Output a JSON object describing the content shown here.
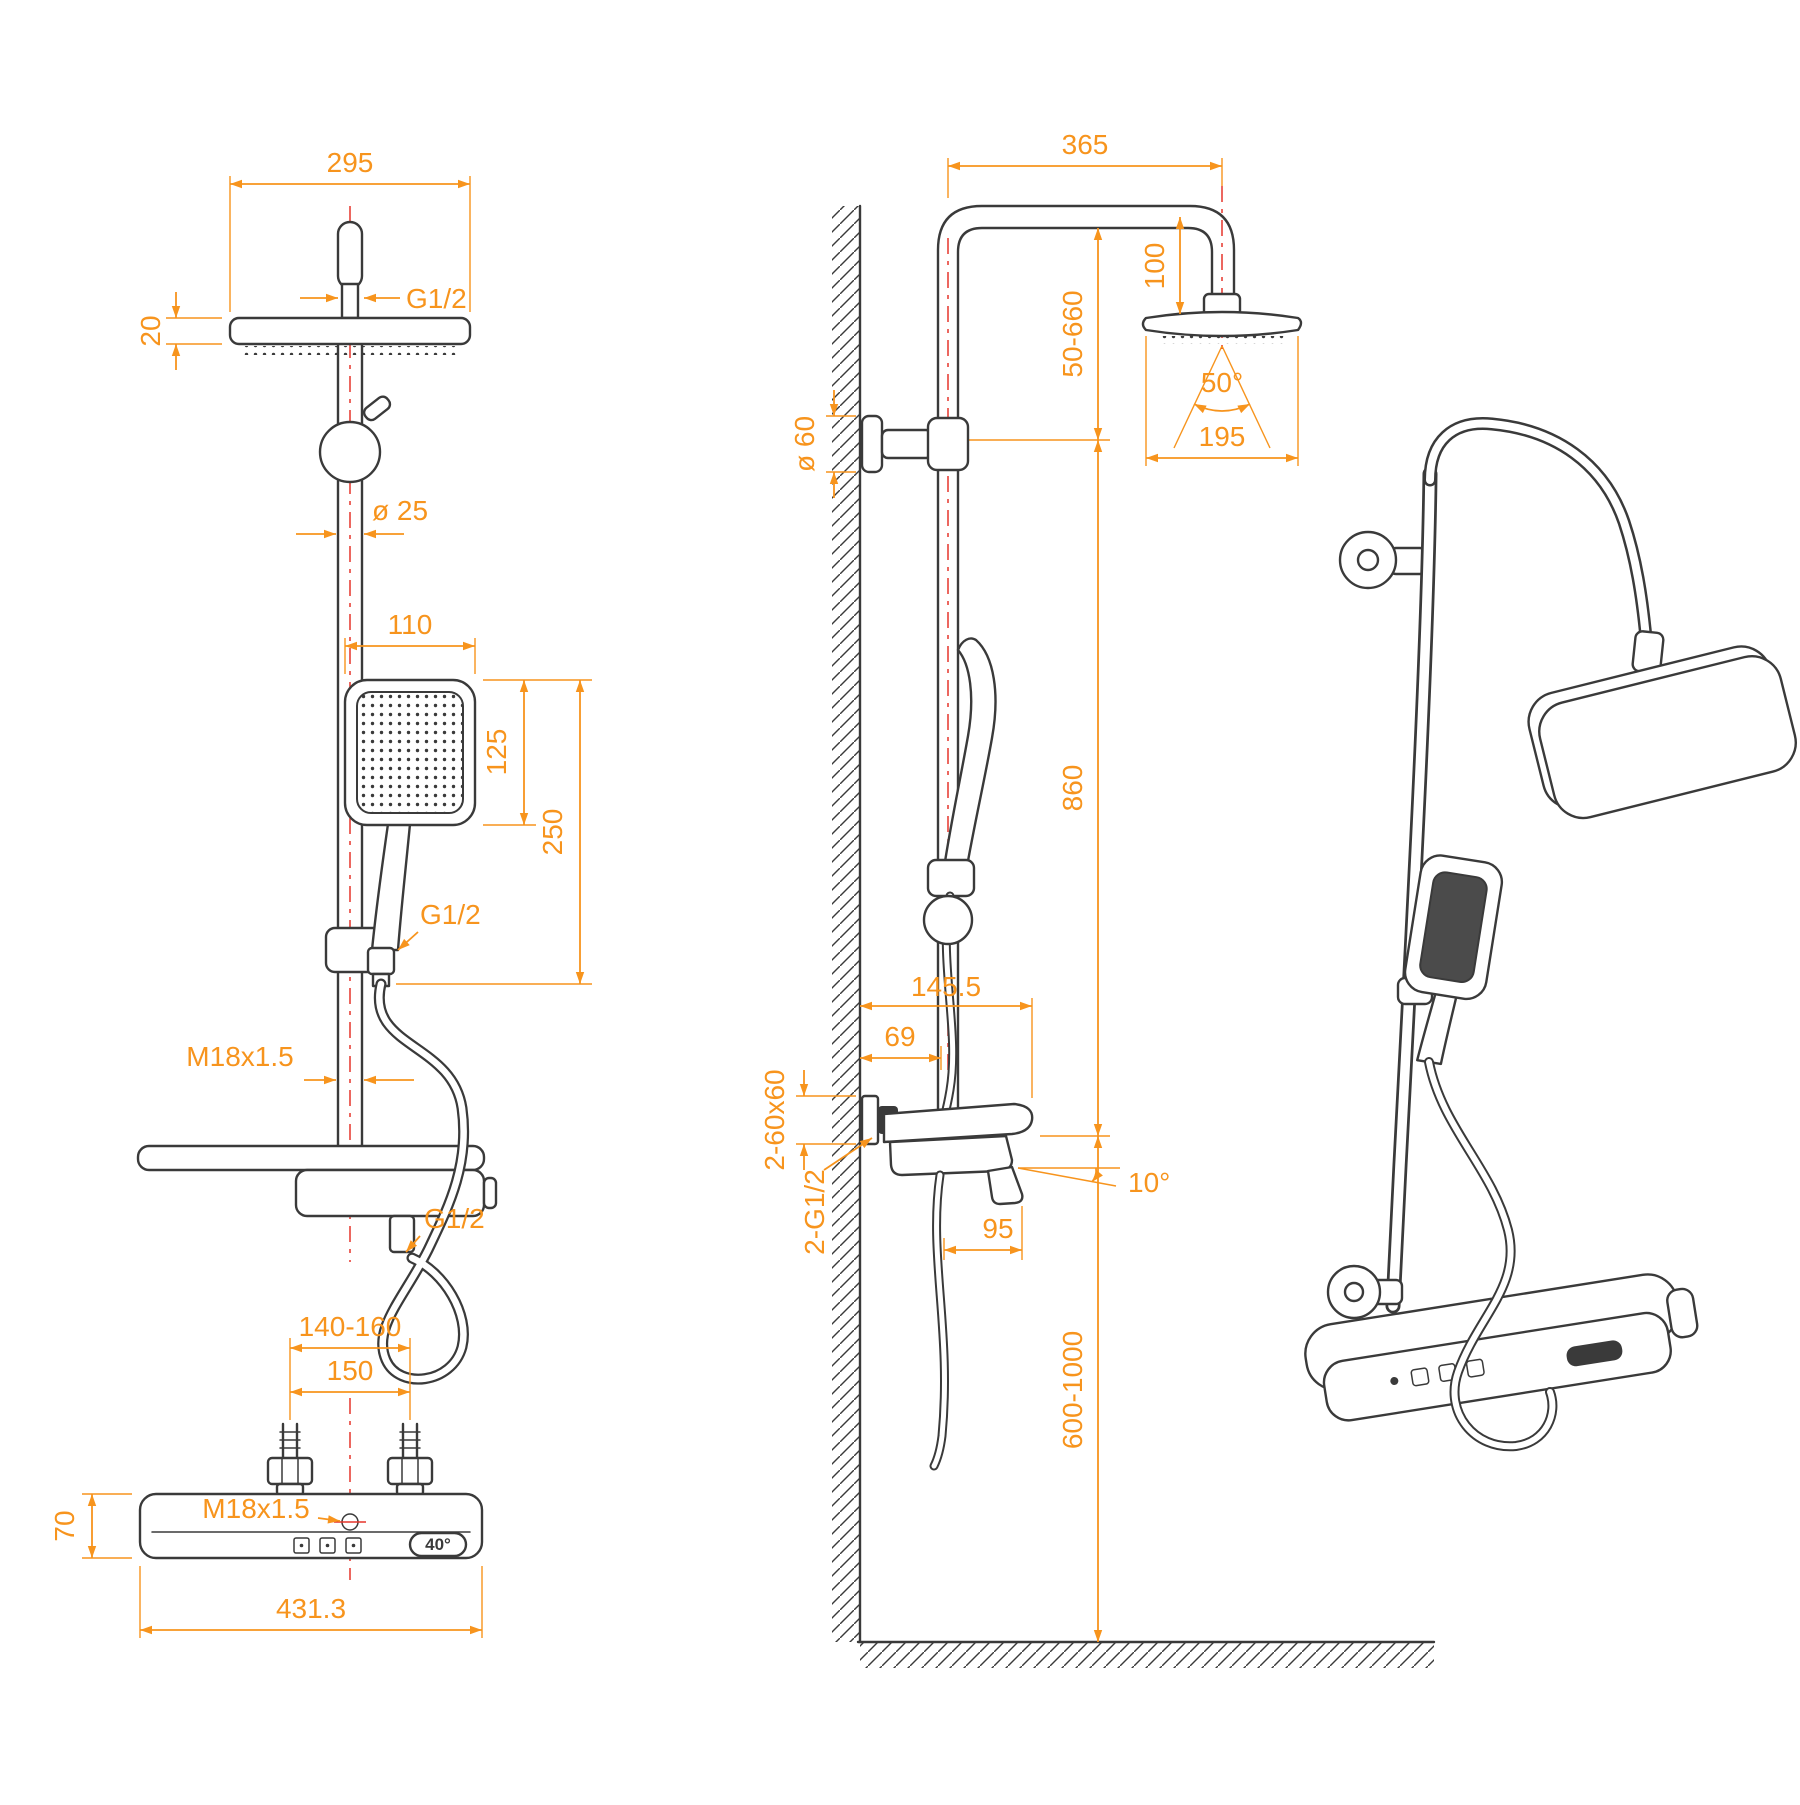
{
  "drawing": {
    "type": "technical-dimension-drawing",
    "subject": "shower column system with rain head, hand shower and shelf mixer",
    "views": [
      "front",
      "side",
      "perspective"
    ]
  },
  "colors": {
    "outline": "#3a3a3a",
    "dimension": "#F7941D",
    "centerline": "#E5352B",
    "background": "#ffffff"
  },
  "front": {
    "head_width": "295",
    "head_thread": "G1/2",
    "head_thickness": "20",
    "pipe_diameter": "ø 25",
    "hand_width": "110",
    "hand_head_height": "125",
    "hand_length": "250",
    "hose_thread_upper": "G1/2",
    "riser_thread": "M18x1.5",
    "hose_thread_lower": "G1/2",
    "inlet_range": "140-160",
    "inlet_spacing": "150",
    "body_thread": "M18x1.5",
    "temp_label": "40°",
    "body_height": "70",
    "body_width": "431.3"
  },
  "side": {
    "arm_reach": "365",
    "head_drop": "100",
    "slide_range": "50-660",
    "bracket_diameter": "ø 60",
    "spray_angle": "50°",
    "head_width": "195",
    "column_height": "860",
    "shelf_depth": "145.5",
    "bracket_offset": "69",
    "wall_plates": "2-60x60",
    "wall_threads": "2-G1/2",
    "spout_angle": "10°",
    "spout_reach": "95",
    "install_height": "600-1000"
  }
}
